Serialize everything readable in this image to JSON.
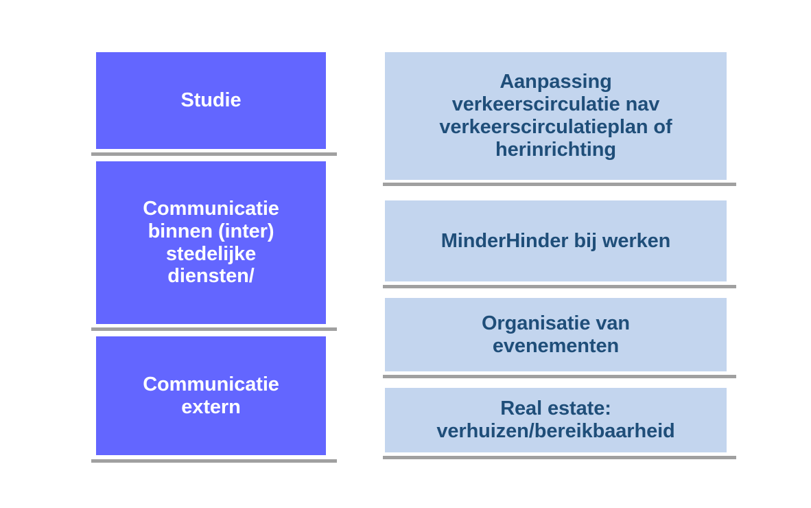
{
  "palette": {
    "background": "#FFFFFF",
    "primary_fill": "#6366FF",
    "primary_text": "#FFFFFF",
    "secondary_fill": "#C3D5EE",
    "secondary_text": "#1F4E79",
    "shadow_bar": "#A0A0A0"
  },
  "left_column": {
    "cards": [
      {
        "label": "Studie"
      },
      {
        "label": "Communicatie\nbinnen (inter)\nstedelijke\ndiensten/"
      },
      {
        "label": "Communicatie\nextern"
      }
    ]
  },
  "right_column": {
    "cards": [
      {
        "label": "Aanpassing\nverkeerscirculatie nav\nverkeerscirculatieplan of\nherinrichting"
      },
      {
        "label": "MinderHinder bij werken"
      },
      {
        "label": "Organisatie van\nevenementen"
      },
      {
        "label": "Real estate:\nverhuizen/bereikbaarheid"
      }
    ]
  }
}
